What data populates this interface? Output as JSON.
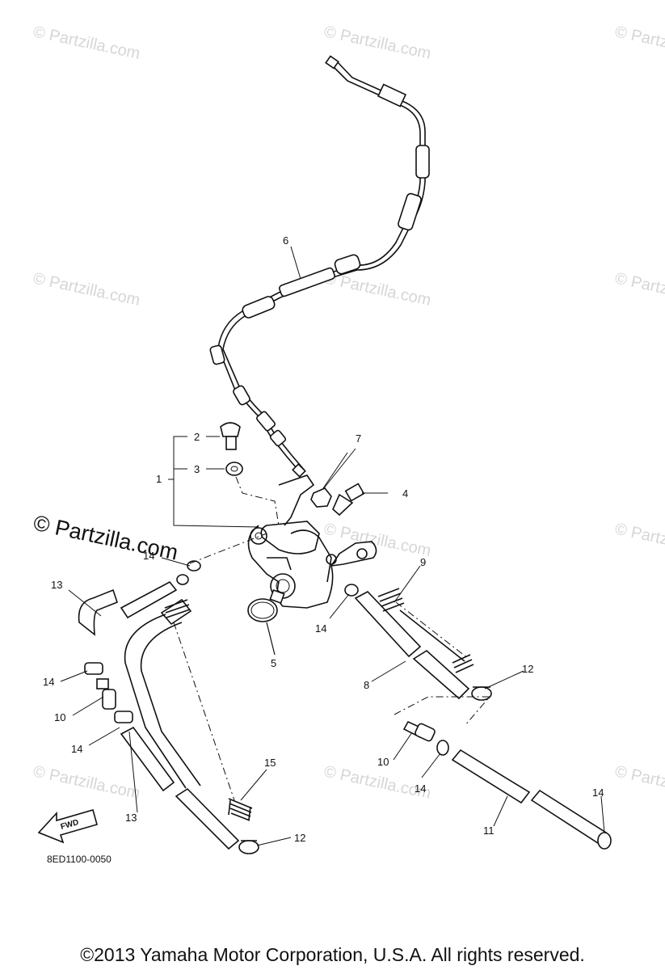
{
  "watermark": "© Partzilla.com",
  "watermark_main": "© Partzilla.com",
  "diagram_code": "8ED1100-0050",
  "fwd_label": "FWD",
  "copyright": "©2013  Yamaha Motor Corporation, U.S.A. All rights reserved.",
  "callouts": {
    "c1": "1",
    "c2": "2",
    "c3": "3",
    "c4": "4",
    "c5": "5",
    "c6": "6",
    "c7": "7",
    "c8": "8",
    "c9": "9",
    "c10a": "10",
    "c10b": "10",
    "c11": "11",
    "c12a": "12",
    "c12b": "12",
    "c13a": "13",
    "c13b": "13",
    "c14a": "14",
    "c14b": "14",
    "c14c": "14",
    "c14d": "14",
    "c14e": "14",
    "c14f": "14",
    "c15": "15"
  }
}
